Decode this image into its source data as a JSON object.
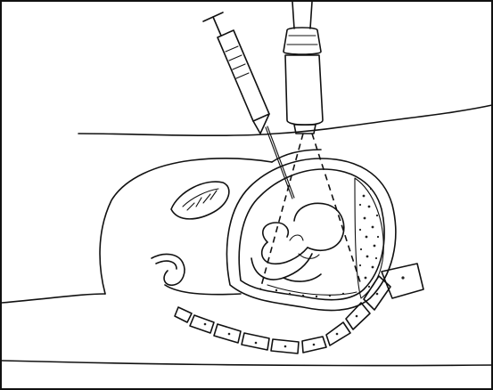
{
  "figure": {
    "line_color": "#111111",
    "background": "#ffffff",
    "parts": [
      "syringe-icon",
      "ultrasound-probe-icon",
      "uterus",
      "fetus",
      "placenta",
      "spine-vertebrae",
      "bladder",
      "kidney"
    ]
  }
}
